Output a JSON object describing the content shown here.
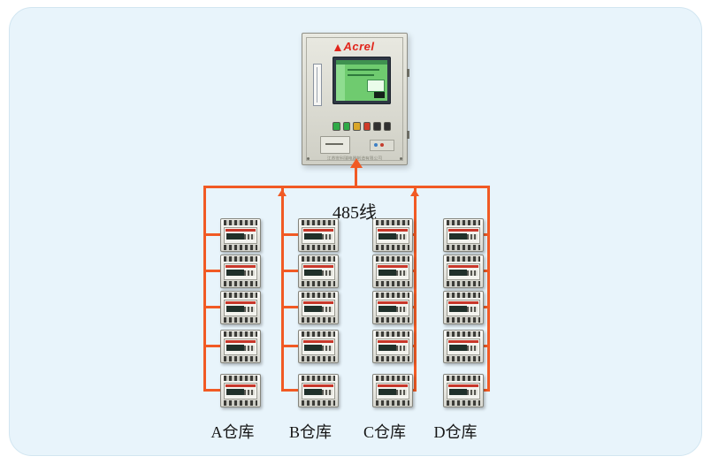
{
  "diagram": {
    "bus_label": "485线",
    "accent_color": "#f15a24"
  },
  "cabinet": {
    "brand": "Acrel",
    "footer_text": "江苏安科瑞电器制造有限公司",
    "indicator_colors": [
      "#2faa47",
      "#2faa47",
      "#d9a62a",
      "#cf3a28",
      "#303030",
      "#303030"
    ],
    "icon": "monitoring-cabinet"
  },
  "warehouses": [
    {
      "id": "A",
      "label": "A仓库",
      "device_count": 5
    },
    {
      "id": "B",
      "label": "B仓库",
      "device_count": 5
    },
    {
      "id": "C",
      "label": "C仓库",
      "device_count": 5
    },
    {
      "id": "D",
      "label": "D仓库",
      "device_count": 5
    }
  ],
  "device": {
    "icon": "energy-meter"
  }
}
